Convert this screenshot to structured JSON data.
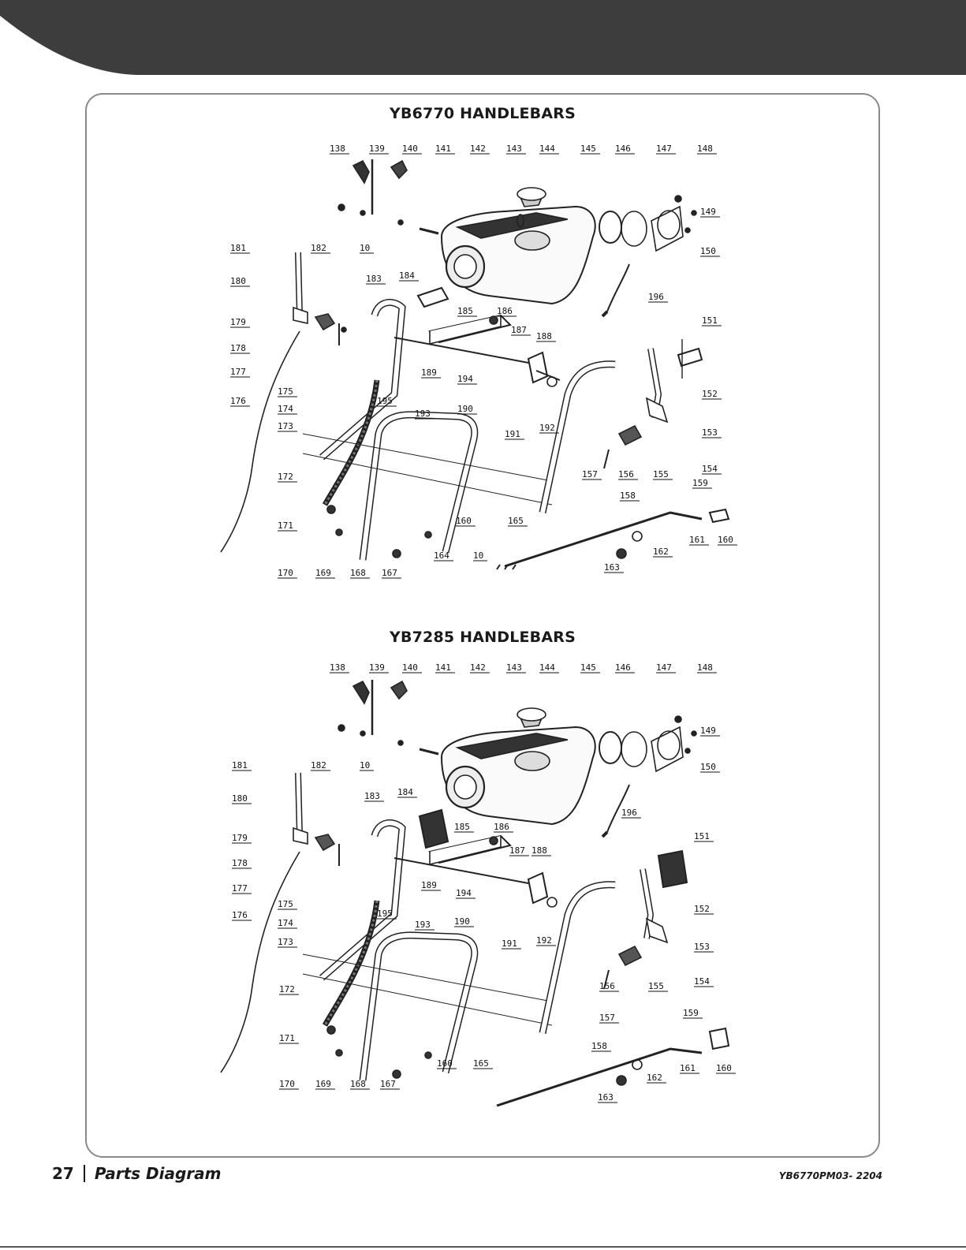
{
  "header": {
    "band_color": "#3d3d3d"
  },
  "diagrams": [
    {
      "title": "YB6770 HANDLEBARS",
      "callouts": [
        "138",
        "139",
        "140",
        "141",
        "142",
        "143",
        "144",
        "145",
        "146",
        "147",
        "148",
        "149",
        "150",
        "181",
        "182",
        "10",
        "183",
        "184",
        "180",
        "179",
        "178",
        "177",
        "176",
        "175",
        "174",
        "173",
        "185",
        "186",
        "187",
        "188",
        "189",
        "194",
        "190",
        "195",
        "193",
        "191",
        "192",
        "151",
        "152",
        "153",
        "154",
        "155",
        "156",
        "157",
        "196",
        "172",
        "171",
        "170",
        "169",
        "168",
        "167",
        "158",
        "160",
        "165",
        "159",
        "160",
        "161",
        "162",
        "163",
        "164",
        "10"
      ]
    },
    {
      "title": "YB7285 HANDLEBARS",
      "callouts": [
        "138",
        "139",
        "140",
        "141",
        "142",
        "143",
        "144",
        "145",
        "146",
        "147",
        "148",
        "149",
        "150",
        "181",
        "182",
        "10",
        "183",
        "184",
        "180",
        "179",
        "178",
        "177",
        "176",
        "175",
        "174",
        "173",
        "185",
        "186",
        "187",
        "188",
        "189",
        "194",
        "190",
        "195",
        "193",
        "191",
        "192",
        "151",
        "152",
        "153",
        "154",
        "155",
        "156",
        "157",
        "196",
        "172",
        "171",
        "170",
        "169",
        "168",
        "167",
        "158",
        "160",
        "165",
        "159",
        "160",
        "161",
        "162",
        "163"
      ]
    }
  ],
  "footer": {
    "page_number": "27",
    "section": "Parts Diagram",
    "doc_code": "YB6770PM03- 2204"
  }
}
